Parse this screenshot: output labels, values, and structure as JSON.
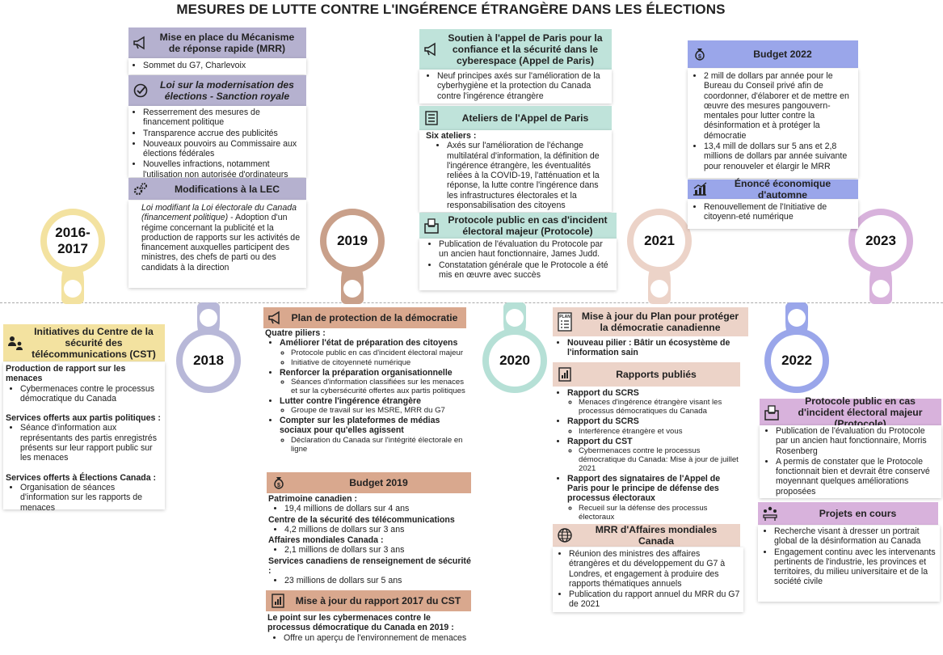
{
  "title": "MESURES DE LUTTE CONTRE L'INGÉRENCE ÉTRANGÈRE DANS LES ÉLECTIONS",
  "colors": {
    "y2016": "#f3e2a0",
    "y2018": "#b8b8d8",
    "y2019": "#c9a08a",
    "y2020": "#b6e0d6",
    "y2021": "#ecd3c8",
    "y2022": "#9aa6ea",
    "y2023": "#d8b2dc",
    "purple_hdr": "#b5b1cf",
    "teal_hdr": "#bfe3da",
    "tan_hdr": "#d9a88e",
    "peach_hdr": "#ecd3c8",
    "blue_hdr": "#9aa6ea",
    "lilac_hdr": "#d8b2dc",
    "yellow_hdr": "#f3e2a0"
  },
  "years": {
    "y2016": "2016-\n2017",
    "y2018": "2018",
    "y2019": "2019",
    "y2020": "2020",
    "y2021": "2021",
    "y2022": "2022",
    "y2023": "2023"
  },
  "mrr": {
    "title": "Mise en place du Mécanisme de réponse rapide (MRR)",
    "items": [
      "Sommet du G7, Charlevoix"
    ]
  },
  "loi": {
    "title": "Loi sur la modernisation des élections - Sanction royale",
    "items": [
      "Resserrement des mesures de financement politique",
      "Transparence accrue des publicités",
      "Nouveaux pouvoirs au Commissaire aux élections fédérales",
      "Nouvelles infractions, notamment l'utilisation non autorisée d'ordinateurs"
    ]
  },
  "lec": {
    "title": "Modifications à la LEC",
    "text_italic": "Loi modifiant la Loi électorale du Canada (financement politique)",
    "text": " - Adoption d'un régime concernant la publicité et la production de rapports sur les activités de financement auxquelles participent des ministres, des chefs de parti ou des candidats à la direction"
  },
  "cst": {
    "title": "Initiatives du Centre de la sécurité des télécommunications (CST)",
    "s1": "Production de rapport sur les menaces",
    "s1_items": [
      "Cybermenaces contre le processus démocratique du Canada"
    ],
    "s2": "Services offerts aux partis politiques :",
    "s2_items": [
      "Séance d'information aux représentants des partis enregistrés présents sur leur rapport public sur les menaces"
    ],
    "s3": "Services offerts à Élections Canada :",
    "s3_items": [
      "Organisation de séances d'information sur les rapports de menaces"
    ]
  },
  "paris": {
    "title": "Soutien à l'appel de Paris pour la confiance et la sécurité dans le cyberespace (Appel de Paris)",
    "items": [
      "Neuf principes axés sur l'amélioration de la cyberhygiène et la protection du Canada contre l'ingérence étrangère"
    ]
  },
  "ateliers": {
    "title": "Ateliers de l'Appel de Paris",
    "lead": "Six ateliers :",
    "items": [
      "Axés sur l'amélioration de l'échange multilatéral d'information, la définition de l'ingérence étrangère, les éventualités reliées à la COVID-19, l'atténuation et la réponse, la lutte contre l'ingérence dans les infrastructures électorales et la responsabilisation des citoyens"
    ]
  },
  "protocole2021": {
    "title": "Protocole public en cas d'incident électoral majeur (Protocole)",
    "items": [
      "Publication de l'évaluation du Protocole par un ancien haut fonctionnaire, James Judd.",
      "Constatation générale que le Protocole a été mis en œuvre avec succès"
    ]
  },
  "budget2022": {
    "title": "Budget 2022",
    "items": [
      "2 mill de dollars par année pour le Bureau du Conseil privé afin de coordonner, d'élaborer et de mettre en œuvre des mesures pangouvern- mentales  pour lutter contre la désinformation et à protéger la démocratie",
      "13,4 mill de dollars sur 5 ans et 2,8 millions de dollars par année suivante pour renouveler et élargir le MRR"
    ]
  },
  "enonce": {
    "title": "Énoncé économique d'automne",
    "items": [
      "Renouvellement de l'Initiative de citoyenn-eté numérique"
    ]
  },
  "plan": {
    "title": "Plan de protection de la démocratie",
    "lead": "Quatre piliers :",
    "pillars": [
      {
        "name": "Améliorer l'état de préparation des citoyens",
        "subs": [
          "Protocole public en cas d'incident électoral majeur",
          "Initiative de citoyenneté numérique"
        ]
      },
      {
        "name": "Renforcer la préparation organisationnelle",
        "subs": [
          "Séances d'information classifiées sur les menaces et sur la cybersécurité offertes aux partis politiques"
        ]
      },
      {
        "name": "Lutter contre l'ingérence étrangère",
        "subs": [
          "Groupe de travail sur les MSRE, MRR du G7"
        ]
      },
      {
        "name": "Compter sur les plateformes de médias sociaux pour qu'elles agissent",
        "subs": [
          "Déclaration du Canada sur l'intégrité électorale en ligne"
        ]
      }
    ]
  },
  "budget2019": {
    "title": "Budget 2019",
    "groups": [
      {
        "name": "Patrimoine canadien :",
        "items": [
          "19,4 millions de dollars sur 4 ans"
        ]
      },
      {
        "name": "Centre de la sécurité des télécommunications",
        "items": [
          "4,2 millions de dollars sur 3 ans"
        ]
      },
      {
        "name": "Affaires mondiales Canada :",
        "items": [
          "2,1 millions de dollars sur 3 ans"
        ]
      },
      {
        "name": "Services canadiens de renseignement de sécurité :",
        "items": [
          "23 millions de dollars sur 5 ans"
        ]
      }
    ]
  },
  "cst2017": {
    "title": "Mise à jour du rapport 2017 du CST",
    "lead": "Le point sur les cybermenaces contre le processus démocratique du Canada en 2019 :",
    "items": [
      "Offre un aperçu de l'environnement de menaces"
    ]
  },
  "plan2020": {
    "title": "Mise à jour du Plan pour protéger la démocratie canadienne",
    "items": [
      "Nouveau pilier : Bâtir un écosystème de l'information sain"
    ]
  },
  "rapports": {
    "title": "Rapports publiés",
    "groups": [
      {
        "name": "Rapport du SCRS",
        "subs": [
          "Menaces d'ingérence étrangère visant les processus démocratiques du Canada"
        ]
      },
      {
        "name": "Rapport du SCRS",
        "subs": [
          "Interférence étrangère et vous"
        ]
      },
      {
        "name": "Rapport du CST",
        "subs": [
          "Cybermenaces contre le processus démocratique du Canada: Mise à jour de juillet 2021"
        ]
      },
      {
        "name": "Rapport des signataires de l'Appel de Paris pour le principe de défense des processus électoraux",
        "subs": [
          "Recueil sur la défense des processus électoraux"
        ]
      }
    ]
  },
  "mrrAM": {
    "title": "MRR d'Affaires mondiales Canada",
    "items": [
      "Réunion des ministres des affaires étrangères et du développement du G7 à Londres, et engagement à produire des rapports thématiques annuels",
      "Publication du rapport annuel du MRR du G7 de 2021"
    ]
  },
  "protocole2022": {
    "title": "Protocole public en cas d'incident électoral majeur (Protocole)",
    "items": [
      "Publication de l'évaluation du Protocole par un ancien haut fonctionnaire, Morris Rosenberg",
      "A permis de constater que le Protocole fonctionnait bien et devrait être conservé moyennant quelques améliorations proposées"
    ]
  },
  "projets": {
    "title": "Projets en cours",
    "items": [
      "Recherche visant à dresser un portrait global de la désinformation au Canada",
      "Engagement continu avec les intervenants pertinents de l'industrie, les provinces et territoires, du milieu universitaire et de la société civile"
    ]
  },
  "icon_labels": {
    "plan": "PLAN"
  }
}
